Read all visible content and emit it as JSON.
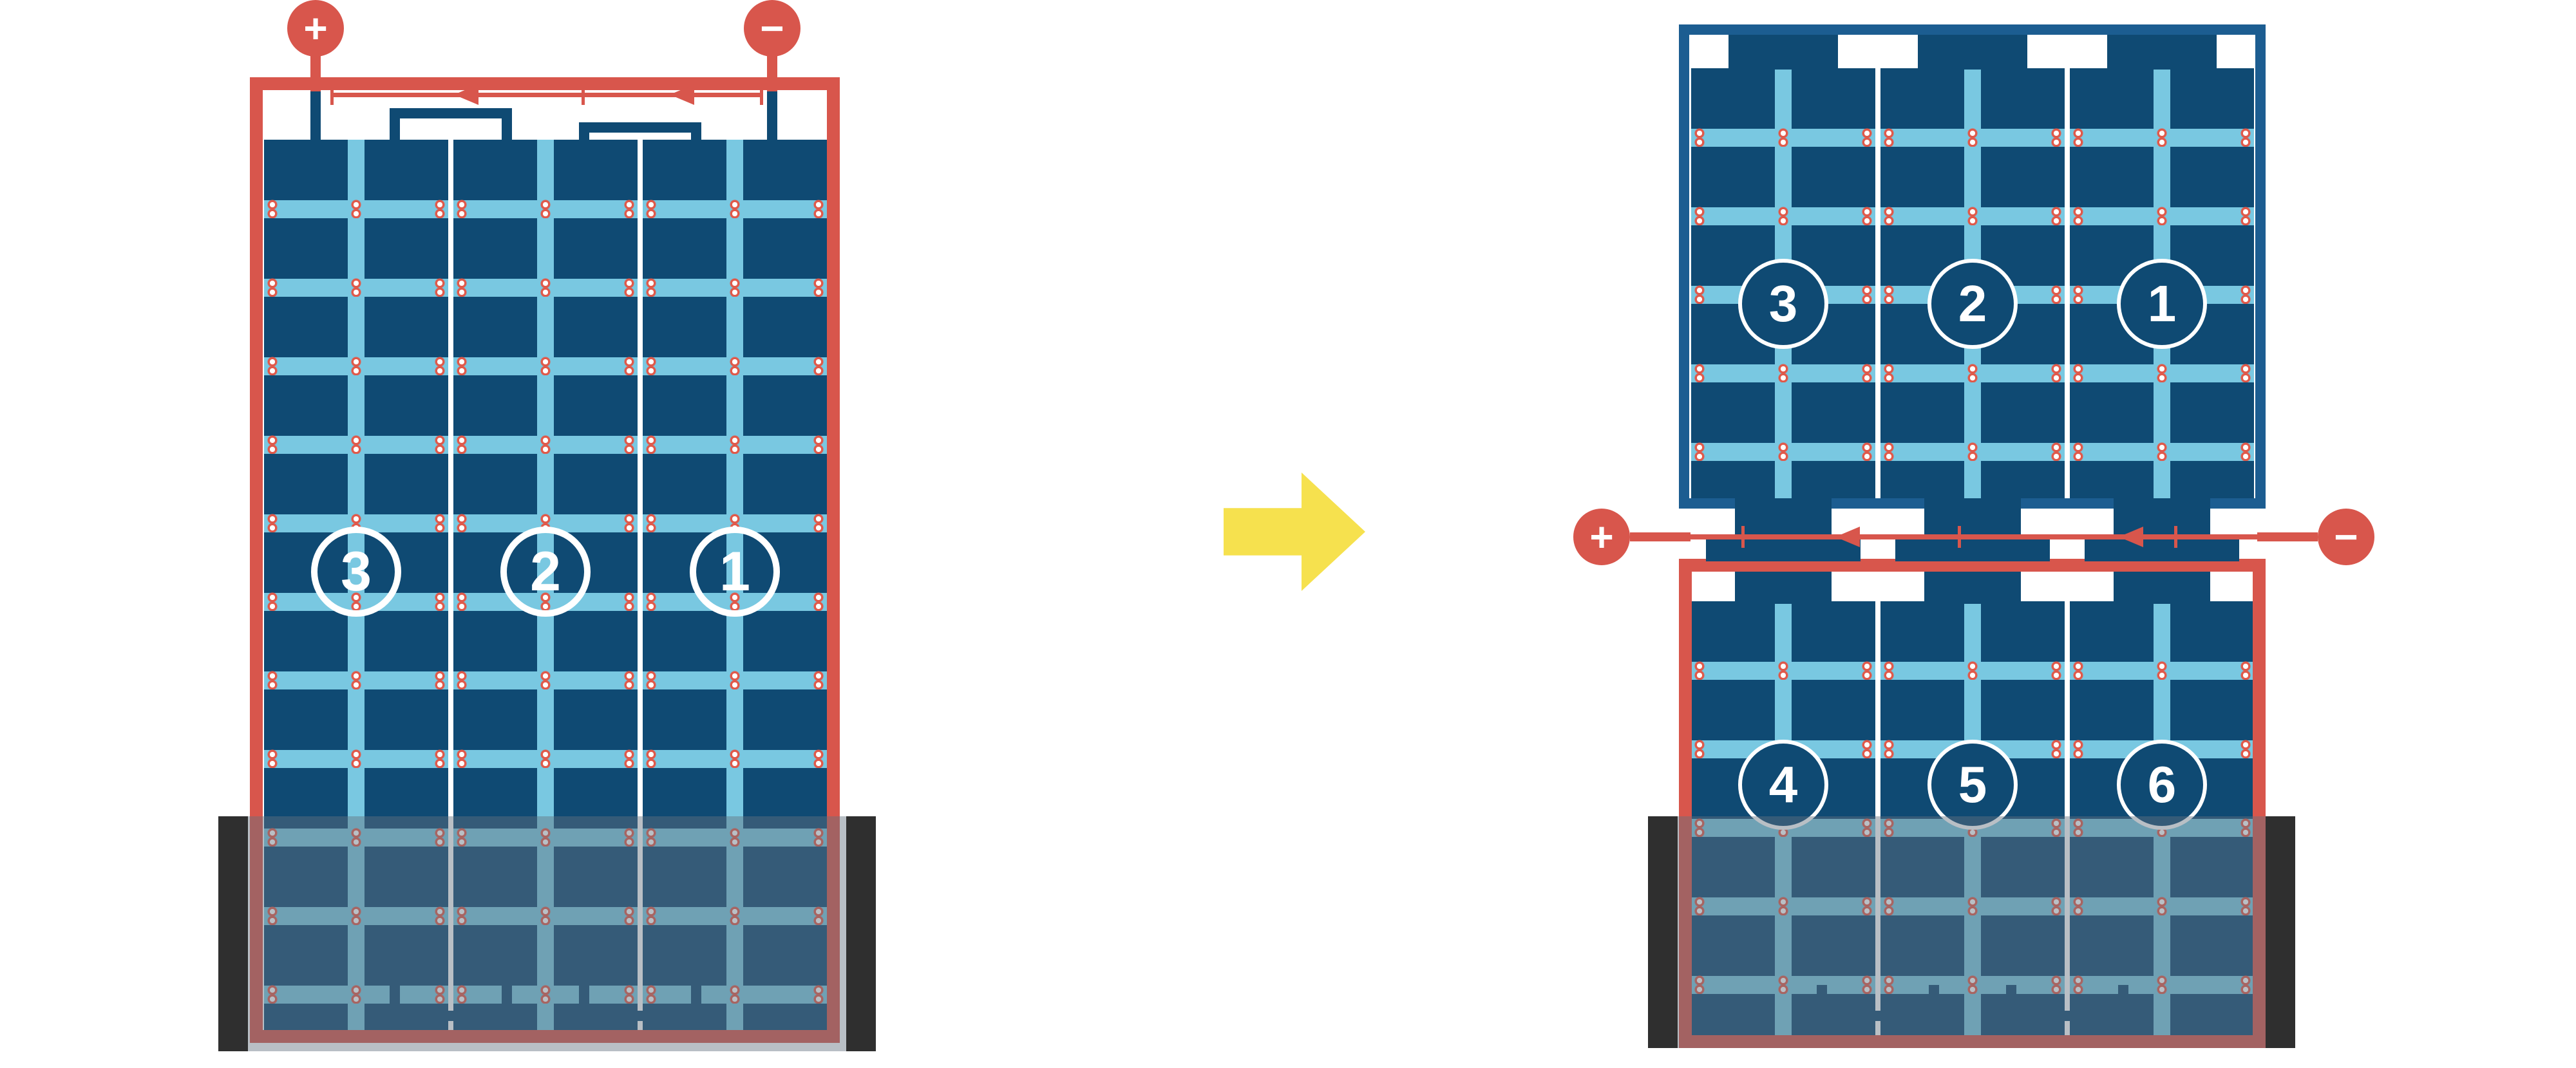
{
  "colors": {
    "red": "#d8564c",
    "navy_frame": "#1c5d91",
    "navy_cell": "#0f4a73",
    "sky": "#79c8e1",
    "yellow": "#f6e14e",
    "shade": "#64727e",
    "bar_black": "#2f2f2f",
    "dot_red": "#e0594a",
    "white": "#ffffff"
  },
  "left_diagram": {
    "plus_label": "+",
    "minus_label": "−",
    "cell_group_labels": [
      "3",
      "2",
      "1"
    ]
  },
  "right_diagram": {
    "plus_label": "+",
    "minus_label": "−",
    "top_panel_group_labels": [
      "3",
      "2",
      "1"
    ],
    "bottom_panel_group_labels": [
      "4",
      "5",
      "6"
    ]
  }
}
